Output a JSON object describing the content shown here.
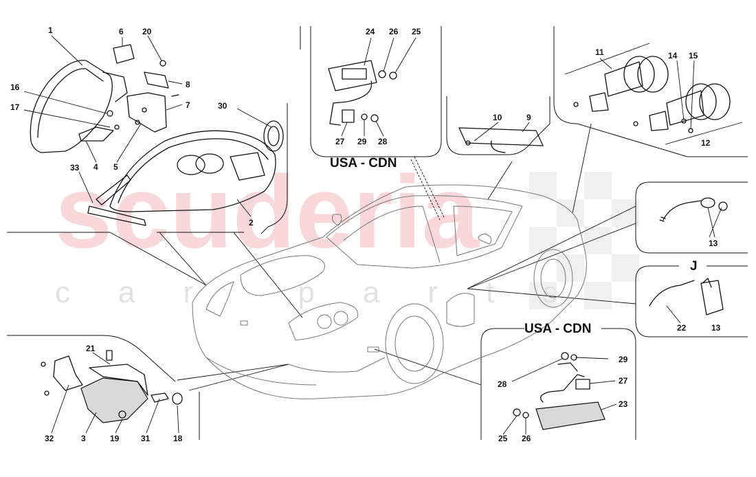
{
  "watermark": {
    "main": "scuderia",
    "sub": "car parts"
  },
  "headers": {
    "usa_cdn_top": "USA - CDN",
    "usa_cdn_bottom": "USA - CDN",
    "variant_j": "J"
  },
  "part_labels": [
    {
      "id": "p1",
      "text": "1"
    },
    {
      "id": "p6",
      "text": "6"
    },
    {
      "id": "p20",
      "text": "20"
    },
    {
      "id": "p8",
      "text": "8"
    },
    {
      "id": "p16",
      "text": "16"
    },
    {
      "id": "p17",
      "text": "17"
    },
    {
      "id": "p7",
      "text": "7"
    },
    {
      "id": "p4",
      "text": "4"
    },
    {
      "id": "p5",
      "text": "5"
    },
    {
      "id": "p30",
      "text": "30"
    },
    {
      "id": "p33",
      "text": "33"
    },
    {
      "id": "p2",
      "text": "2"
    },
    {
      "id": "p24",
      "text": "24"
    },
    {
      "id": "p26",
      "text": "26"
    },
    {
      "id": "p25",
      "text": "25"
    },
    {
      "id": "p27a",
      "text": "27"
    },
    {
      "id": "p29a",
      "text": "29"
    },
    {
      "id": "p28a",
      "text": "28"
    },
    {
      "id": "p10",
      "text": "10"
    },
    {
      "id": "p9",
      "text": "9"
    },
    {
      "id": "p11",
      "text": "11"
    },
    {
      "id": "p14",
      "text": "14"
    },
    {
      "id": "p15",
      "text": "15"
    },
    {
      "id": "p12",
      "text": "12"
    },
    {
      "id": "p13a",
      "text": "13"
    },
    {
      "id": "p22",
      "text": "22"
    },
    {
      "id": "p13b",
      "text": "13"
    },
    {
      "id": "p21",
      "text": "21"
    },
    {
      "id": "p32",
      "text": "32"
    },
    {
      "id": "p3",
      "text": "3"
    },
    {
      "id": "p19",
      "text": "19"
    },
    {
      "id": "p31",
      "text": "31"
    },
    {
      "id": "p18",
      "text": "18"
    },
    {
      "id": "p29b",
      "text": "29"
    },
    {
      "id": "p28b",
      "text": "28"
    },
    {
      "id": "p27b",
      "text": "27"
    },
    {
      "id": "p23",
      "text": "23"
    },
    {
      "id": "p25b",
      "text": "25"
    },
    {
      "id": "p26b",
      "text": "26"
    }
  ]
}
